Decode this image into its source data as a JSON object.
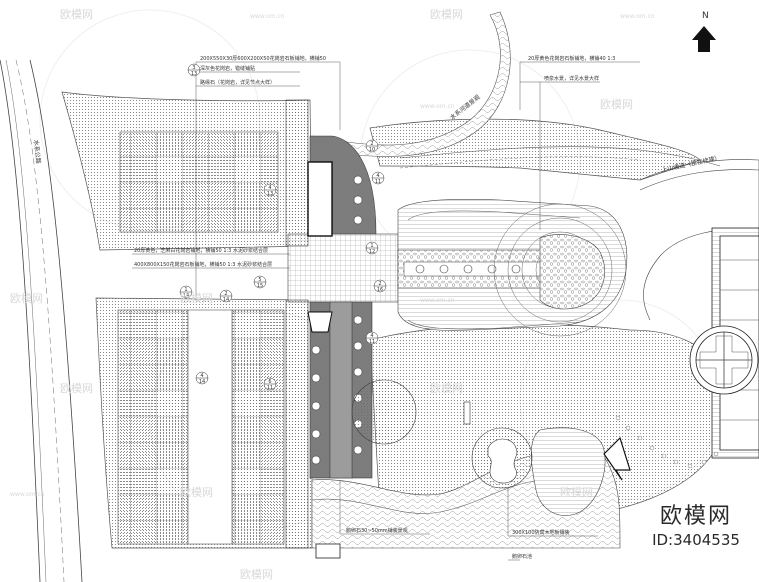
{
  "north_label": "N",
  "labels": {
    "paving_1": "200X550X30厚600X200X50花岗岩石板铺地，横铺50",
    "paving_2": "深灰色花岗岩，错缝铺贴",
    "kerb": "路缘石（花岗岩，详见节点大样）",
    "stream": "水系河道景观",
    "flower_paving": "20厚黄色花岗岩石板铺地，横铺40 1:3",
    "fountain_note": "喷泉水景，详见水景大样",
    "mountain_road": "上山通道（正在修建）",
    "walk_1": "20厚黄色，芝麻白花岗岩铺地，横铺50 1:3 水泥砂浆结合层",
    "walk_2": "400X800X150花岗岩石板铺地，横铺50 1:3 水泥砂浆结合层",
    "river_road": "水系公路",
    "gravel": "鹅卵石30~50mm铺装景观",
    "deck": "300X100防腐木地板铺装",
    "pebble_pool": "鹅卵石池"
  },
  "section_marks": [
    {
      "num": "2",
      "sheet": "10"
    },
    {
      "num": "4",
      "sheet": "11"
    },
    {
      "num": "3",
      "sheet": "13"
    },
    {
      "num": "4",
      "sheet": "13"
    },
    {
      "num": "1",
      "sheet": "14"
    },
    {
      "num": "2",
      "sheet": "14"
    },
    {
      "num": "5",
      "sheet": "15"
    },
    {
      "num": "4",
      "sheet": "14"
    },
    {
      "num": "6",
      "sheet": "11"
    },
    {
      "num": "4",
      "sheet": "11"
    },
    {
      "num": "2",
      "sheet": "16"
    },
    {
      "num": "1",
      "sheet": "12"
    }
  ],
  "watermark": {
    "brand": "欧模网",
    "site": "www.om.cn"
  },
  "branding": {
    "logo_text": "欧模网",
    "id_text": "ID:3404535"
  }
}
